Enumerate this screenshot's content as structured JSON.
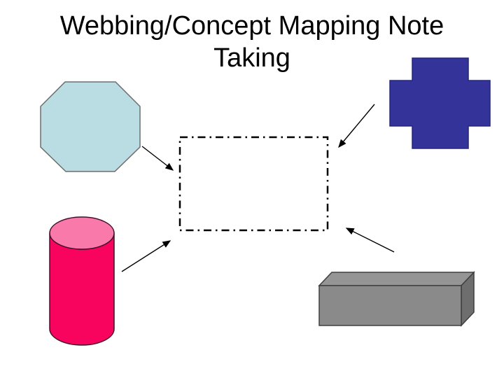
{
  "slide": {
    "title": "Webbing/Concept Mapping Note Taking",
    "title_color": "#000000",
    "background_color": "#ffffff"
  },
  "diagram": {
    "center_box": {
      "border_color": "#000000",
      "border_style": "dash-dot",
      "fill": "none"
    },
    "shapes": {
      "octagon": {
        "fill": "#b9dde2",
        "stroke": "#6e6e6e"
      },
      "cross": {
        "fill": "#333399",
        "stroke": "#262678"
      },
      "cylinder": {
        "body_fill": "#f8045f",
        "top_fill": "#f879aa",
        "stroke": "#45102b"
      },
      "cuboid": {
        "front_fill": "#8a8a8a",
        "top_fill": "#959595",
        "side_fill": "#6e6e6e",
        "stroke": "#3f3f3f"
      }
    },
    "arrows": {
      "color": "#000000",
      "count": 4
    }
  }
}
